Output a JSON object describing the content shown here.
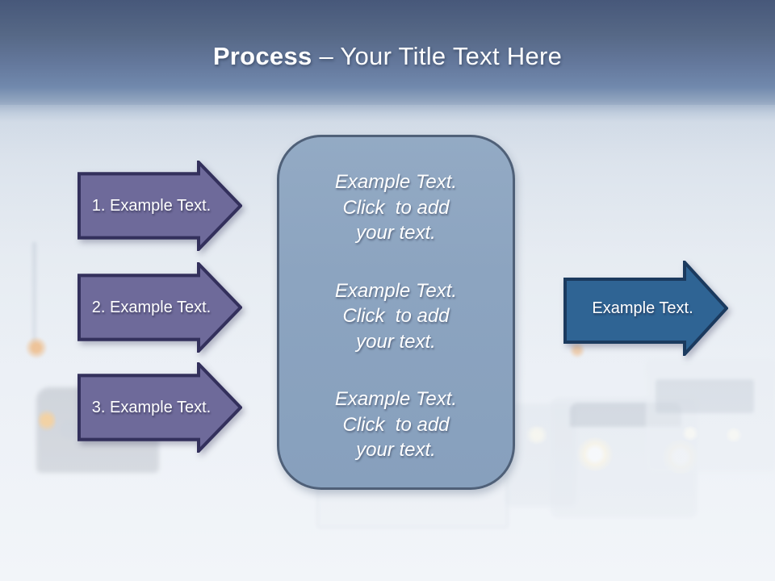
{
  "title": {
    "bold": "Process",
    "rest": " – Your Title Text Here"
  },
  "left_arrows": [
    {
      "label": "1. Example Text."
    },
    {
      "label": "2. Example Text."
    },
    {
      "label": "3. Example Text."
    }
  ],
  "center_box": {
    "blocks": [
      {
        "lines": [
          "Example Text.",
          "Click  to add",
          "your text."
        ]
      },
      {
        "lines": [
          "Example Text.",
          "Click  to add",
          "your text."
        ]
      },
      {
        "lines": [
          "Example Text.",
          "Click  to add",
          "your text."
        ]
      }
    ]
  },
  "right_arrow": {
    "label": "Example Text."
  },
  "colors": {
    "header_top": "#47587a",
    "header_mid": "#7189ad",
    "haze_light": "#cdd7e4",
    "title_text": "#ffffff",
    "purple_fill": "#6e6a9a",
    "purple_border": "#33305c",
    "blue_fill": "#2f6494",
    "blue_border": "#1b3a5e",
    "box_fill": "#8ca4c0",
    "box_border": "#4f6078"
  },
  "background": {
    "description": "Blurred winter blizzard road photo: dark SUV with orange taillight on the left, car with glowing headlights and a white bus on the right, amber traffic lights"
  }
}
